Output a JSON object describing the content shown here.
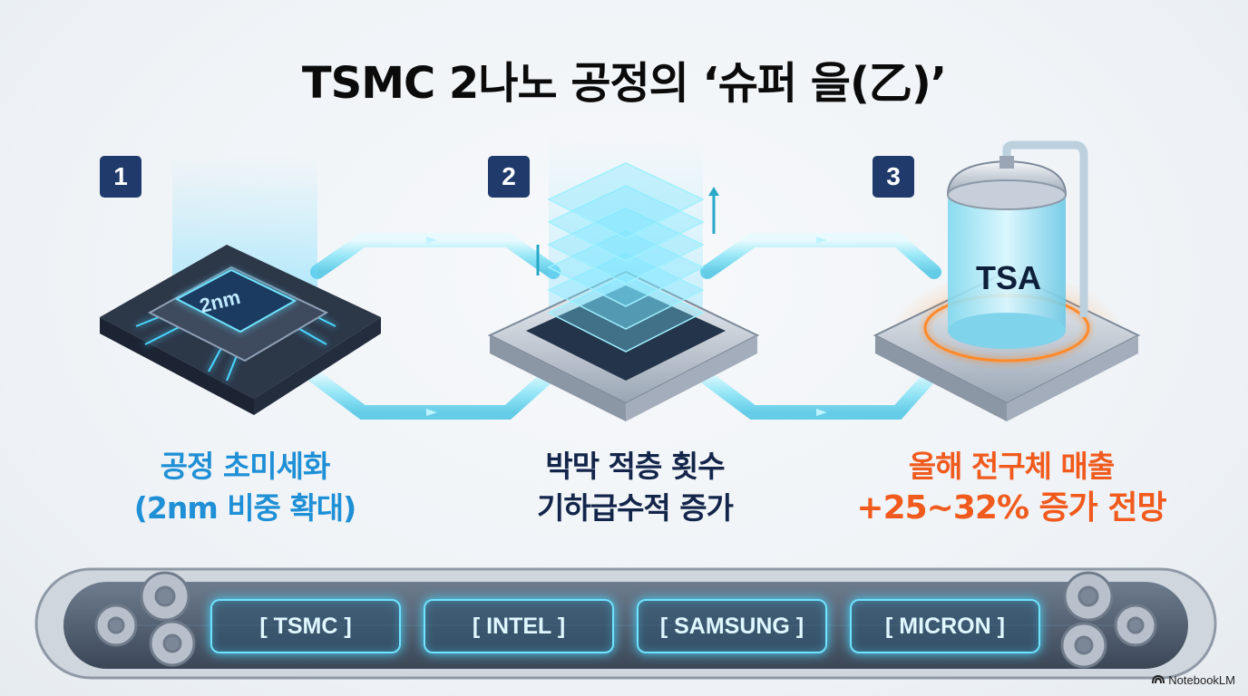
{
  "title": "TSMC 2나노 공정의 ‘슈퍼 을(乙)’",
  "steps": [
    {
      "number": "1",
      "chip_label": "2nm",
      "caption_line1": "공정 초미세화",
      "caption_line2": "(2nm 비중 확대)"
    },
    {
      "number": "2",
      "caption_line1": "박막 적층 횟수",
      "caption_line2": "기하급수적 증가"
    },
    {
      "number": "3",
      "device_label": "TSA",
      "caption_line1": "올해 전구체 매출",
      "caption_line2": "+25~32% 증가 전망"
    }
  ],
  "conveyor_labels": [
    "[ TSMC ]",
    "[ INTEL ]",
    "[ SAMSUNG ]",
    "[ MICRON ]"
  ],
  "watermark": "NotebookLM",
  "colors": {
    "caption1": "#1f8fd6",
    "caption2": "#13254a",
    "caption3": "#f15a1d",
    "badge": "#1f3a6b",
    "glow": "#48d6ff"
  },
  "icons": [
    "chip-icon",
    "layer-stack-icon",
    "tank-icon",
    "gear-icon",
    "notebooklm-logo-icon"
  ]
}
